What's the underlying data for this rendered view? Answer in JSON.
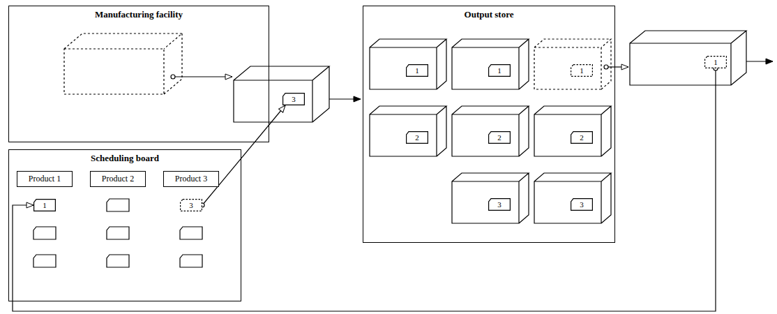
{
  "diagram": {
    "nodes": [
      {
        "text": [
          "Manufacturing facility"
        ]
      },
      {
        "text": [
          "3"
        ]
      },
      {
        "text": [
          "Scheduling board"
        ]
      },
      {
        "text": [
          "Product 1"
        ],
        "in": 2
      },
      {
        "text": [
          "Product 2"
        ],
        "in": 2
      },
      {
        "text": [
          "Product 3"
        ],
        "in": 2
      },
      {
        "text": [
          "1"
        ],
        "in": 2
      },
      {
        "text": [
          "3"
        ],
        "in": 2
      },
      {
        "text": [
          "Output store"
        ]
      },
      {
        "text": [
          "1"
        ],
        "in": 8
      },
      {
        "text": [
          "1"
        ],
        "in": 8
      },
      {
        "text": [
          "1"
        ],
        "in": 8
      },
      {
        "text": [
          "2"
        ],
        "in": 8
      },
      {
        "text": [
          "2"
        ],
        "in": 8
      },
      {
        "text": [
          "2"
        ],
        "in": 8
      },
      {
        "text": [
          "3"
        ],
        "in": 8
      },
      {
        "text": [
          "3"
        ],
        "in": 8
      },
      {
        "text": [
          "1"
        ]
      }
    ],
    "edges": [
      {
        "from": 7,
        "to": 1,
        "arrow": "to"
      },
      {
        "from": 17,
        "to": 6,
        "arrow": "to"
      }
    ]
  }
}
